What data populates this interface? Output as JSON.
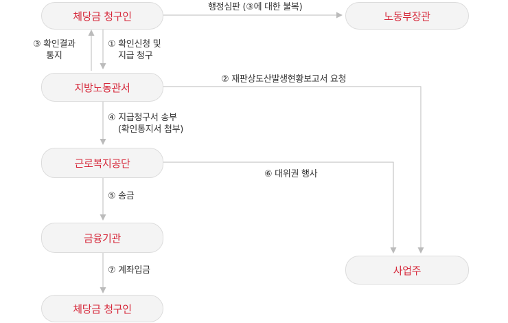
{
  "nodes": {
    "claimant_top": "체당금 청구인",
    "minister": "노동부장관",
    "labor_office": "지방노동관서",
    "welfare_corp": "근로복지공단",
    "financial_inst": "금융기관",
    "claimant_bottom": "체당금 청구인",
    "employer": "사업주"
  },
  "edges": {
    "administrative_appeal": "행정심판 (③에 대한 불복)",
    "notify_result_line1": "③ 확인결과",
    "notify_result_line2": "통지",
    "request_confirm_line1": "① 확인신청 및",
    "request_confirm_line2": "지급 청구",
    "bankruptcy_report": "② 재판상도산발생현황보고서 요청",
    "send_claim_line1": "④ 지급청구서 송부",
    "send_claim_line2": "(확인통지서 첨부)",
    "subrogation": "⑥ 대위권 행사",
    "remittance": "⑤ 송금",
    "account_deposit": "⑦ 계좌입금"
  },
  "colors": {
    "node_text": "#d6283a",
    "node_bg": "#f4f4f4",
    "line": "#bbbbbb"
  }
}
